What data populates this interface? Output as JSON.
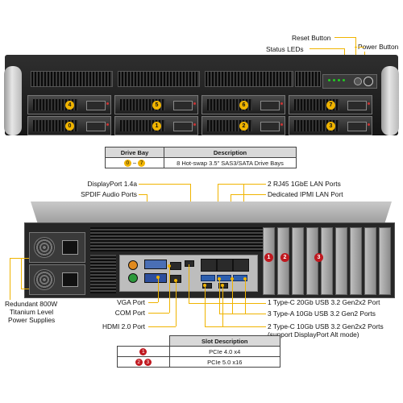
{
  "front": {
    "labels": {
      "reset_button": "Reset Button",
      "power_button": "Power Button",
      "status_leds": "Status LEDs"
    },
    "bay_numbers_top": [
      "4",
      "5",
      "6",
      "7"
    ],
    "bay_numbers_bottom": [
      "0",
      "1",
      "2",
      "3"
    ]
  },
  "drive_table": {
    "headers": [
      "Drive Bay",
      "Description"
    ],
    "range_start": "0",
    "range_sep": "–",
    "range_end": "7",
    "description": "8 Hot-swap 3.5\" SAS3/SATA Drive Bays"
  },
  "rear": {
    "labels": {
      "displayport": "DisplayPort 1.4a",
      "spdif": "SPDIF Audio Ports",
      "rj45": "2 RJ45 1GbE LAN Ports",
      "ipmi": "Dedicated IPMI LAN Port",
      "psu_line1": "Redundant 800W",
      "psu_line2": "Titanium Level",
      "psu_line3": "Power Supplies",
      "vga": "VGA Port",
      "com": "COM Port",
      "hdmi": "HDMI 2.0 Port",
      "usbc_20": "1 Type-C 20Gb USB 3.2 Gen2x2 Port",
      "usba_10": "3 Type-A 10Gb USB 3.2 Gen2 Ports",
      "usbc_10_line1": "2 Type-C 10Gb USB 3.2 Gen2x2 Ports",
      "usbc_10_line2": "(support DisplayPort Alt mode)"
    },
    "slot_badges": [
      "1",
      "2",
      "3"
    ]
  },
  "slot_table": {
    "header": "Slot Description",
    "rows": [
      {
        "badges": [
          "1"
        ],
        "desc": "PCIe 4.0 x4"
      },
      {
        "badges": [
          "2",
          "3"
        ],
        "desc": "PCIe 5.0 x16"
      }
    ]
  },
  "colors": {
    "accent": "#f0b400",
    "slot_badge": "#c0181f",
    "chassis": "#1e1e1e"
  }
}
